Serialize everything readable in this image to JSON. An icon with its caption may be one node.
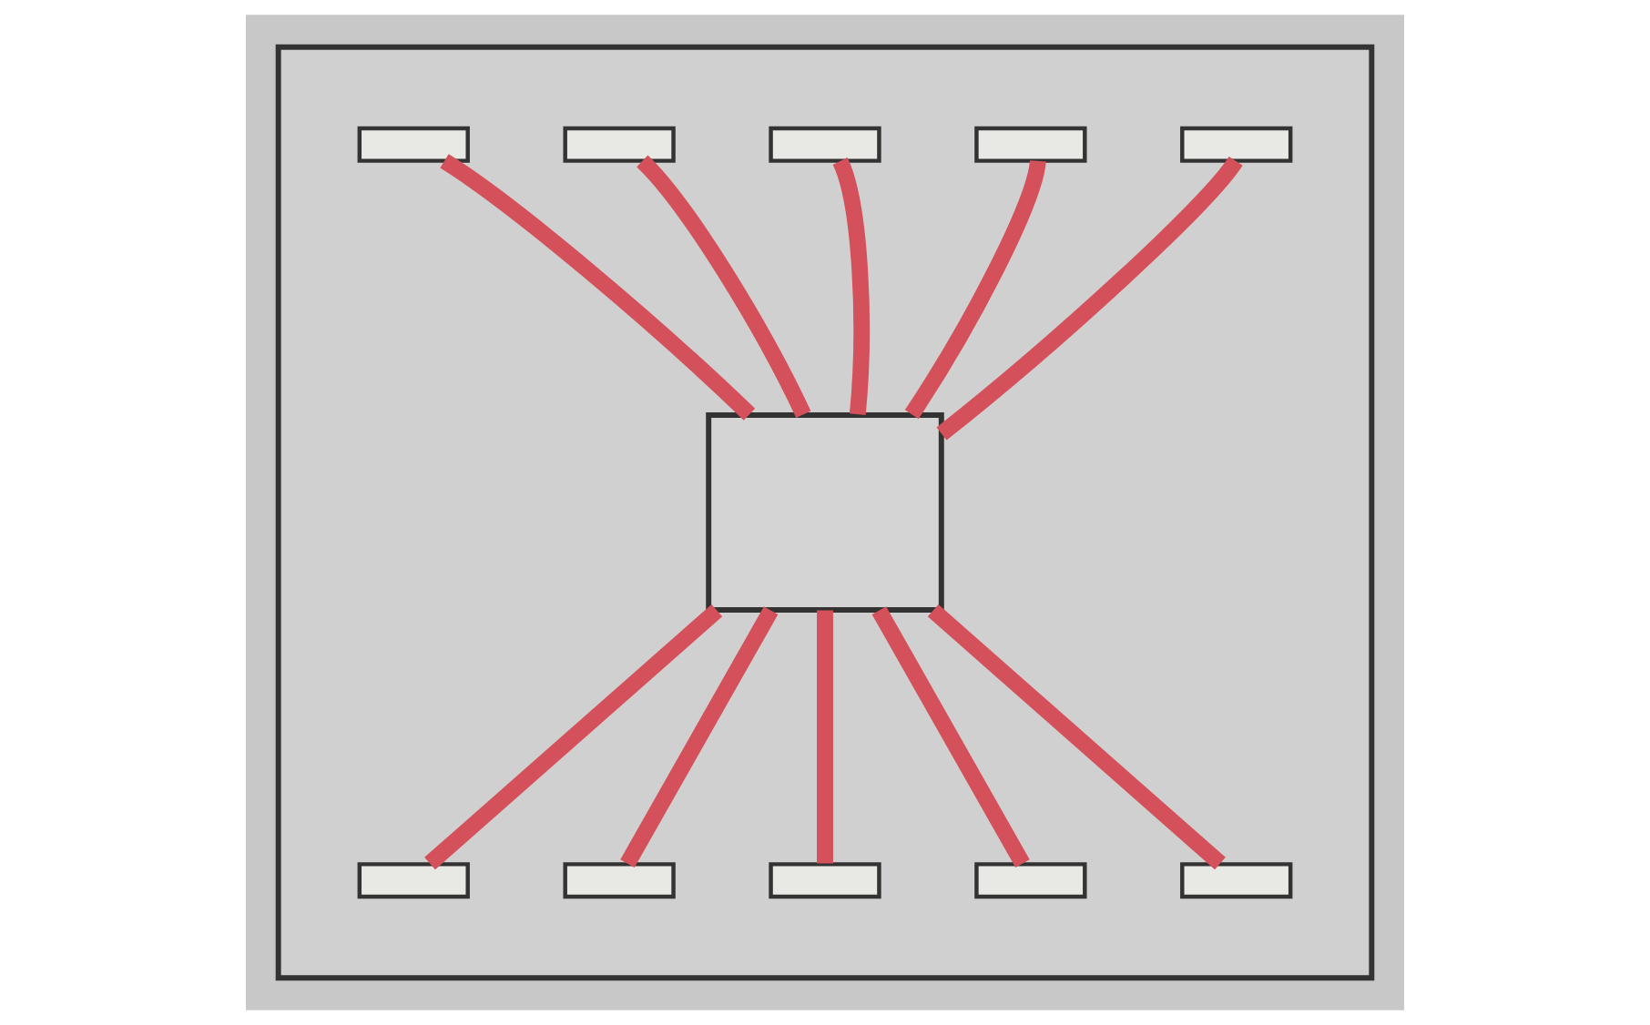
{
  "diagram": {
    "nodes": [
      {
        "text": [],
        "shape": "box"
      },
      {
        "text": [],
        "shape": "box",
        "in": 0
      },
      {
        "text": [],
        "shape": "bar",
        "in": 0
      },
      {
        "text": [],
        "shape": "bar",
        "in": 0
      },
      {
        "text": [],
        "shape": "bar",
        "in": 0
      },
      {
        "text": [],
        "shape": "bar",
        "in": 0
      },
      {
        "text": [],
        "shape": "bar",
        "in": 0
      },
      {
        "text": [],
        "shape": "bar",
        "in": 0
      },
      {
        "text": [],
        "shape": "bar",
        "in": 0
      },
      {
        "text": [],
        "shape": "bar",
        "in": 0
      },
      {
        "text": [],
        "shape": "bar",
        "in": 0
      },
      {
        "text": [],
        "shape": "bar",
        "in": 0
      }
    ],
    "edges": [
      {
        "from": 1,
        "to": 2,
        "arrow": "none"
      },
      {
        "from": 1,
        "to": 3,
        "arrow": "none"
      },
      {
        "from": 1,
        "to": 4,
        "arrow": "none"
      },
      {
        "from": 1,
        "to": 5,
        "arrow": "none"
      },
      {
        "from": 1,
        "to": 6,
        "arrow": "none"
      },
      {
        "from": 1,
        "to": 7,
        "arrow": "none"
      },
      {
        "from": 1,
        "to": 8,
        "arrow": "none"
      },
      {
        "from": 1,
        "to": 9,
        "arrow": "none"
      },
      {
        "from": 1,
        "to": 10,
        "arrow": "none"
      },
      {
        "from": 1,
        "to": 11,
        "arrow": "none"
      }
    ]
  }
}
